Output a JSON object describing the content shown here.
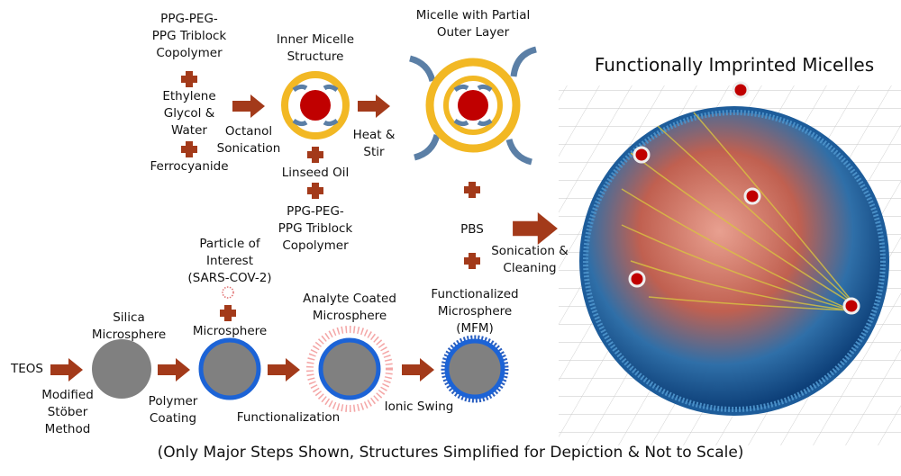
{
  "micelle_route": {
    "reagent_1": "PPG-PEG-\nPPG Triblock\nCopolymer",
    "reagent_2": "Ethylene\nGlycol &\nWater",
    "reagent_3": "Ferrocyanide",
    "step_1": "Octanol\nSonication",
    "inner_micelle_label": "Inner Micelle\nStructure",
    "reagent_4": "Linseed Oil",
    "reagent_5": "PPG-PEG-\nPPG Triblock\nCopolymer",
    "step_2": "Heat &\nStir",
    "partial_micelle_label": "Micelle with Partial\nOuter Layer",
    "reagent_6": "PBS",
    "step_3": "Sonication &\nCleaning"
  },
  "result": {
    "title": "Functionally Imprinted Micelles"
  },
  "microsphere_route": {
    "start": "TEOS",
    "step_1": "Modified\nStöber\nMethod",
    "silica_label": "Silica\nMicrosphere",
    "step_2": "Polymer\nCoating",
    "particle_label": "Particle of\nInterest\n(SARS-COV-2)",
    "microsphere_label": "Microsphere",
    "step_3": "Functionalization",
    "analyte_label": "Analyte Coated\nMicrosphere",
    "step_4": "Ionic Swing",
    "mfm_label": "Functionalized\nMicrosphere\n(MFM)"
  },
  "caption": "(Only Major Steps Shown, Structures Simplified for Depiction & Not to Scale)",
  "colors": {
    "arrow": "#a33a1a",
    "core": "#c00000",
    "shell": "#f2b824",
    "chain": "#5b7fa6",
    "silica": "#808080",
    "polymer": "#1c63d6"
  }
}
